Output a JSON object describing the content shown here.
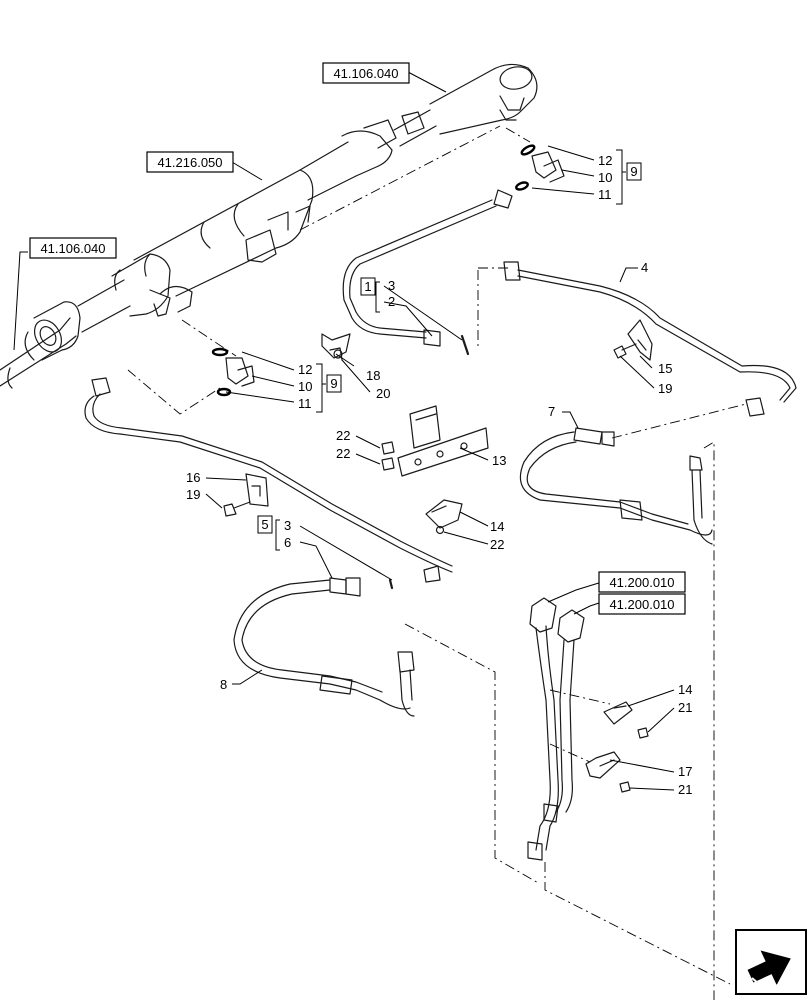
{
  "references": [
    {
      "id": "ref-top",
      "label": "41.106.040"
    },
    {
      "id": "ref-cyl",
      "label": "41.216.050"
    },
    {
      "id": "ref-left",
      "label": "41.106.040"
    },
    {
      "id": "ref-pipe-a",
      "label": "41.200.010"
    },
    {
      "id": "ref-pipe-b",
      "label": "41.200.010"
    }
  ],
  "kits": [
    {
      "label": "9"
    },
    {
      "label": "1"
    },
    {
      "label": "9"
    },
    {
      "label": "5"
    }
  ],
  "callouts": [
    "12",
    "10",
    "11",
    "4",
    "3",
    "2",
    "18",
    "20",
    "15",
    "19",
    "12",
    "10",
    "11",
    "7",
    "22",
    "22",
    "13",
    "16",
    "19",
    "3",
    "6",
    "14",
    "22",
    "8",
    "14",
    "21",
    "17",
    "21"
  ],
  "navigation_icon": "next-page-arrow-icon"
}
